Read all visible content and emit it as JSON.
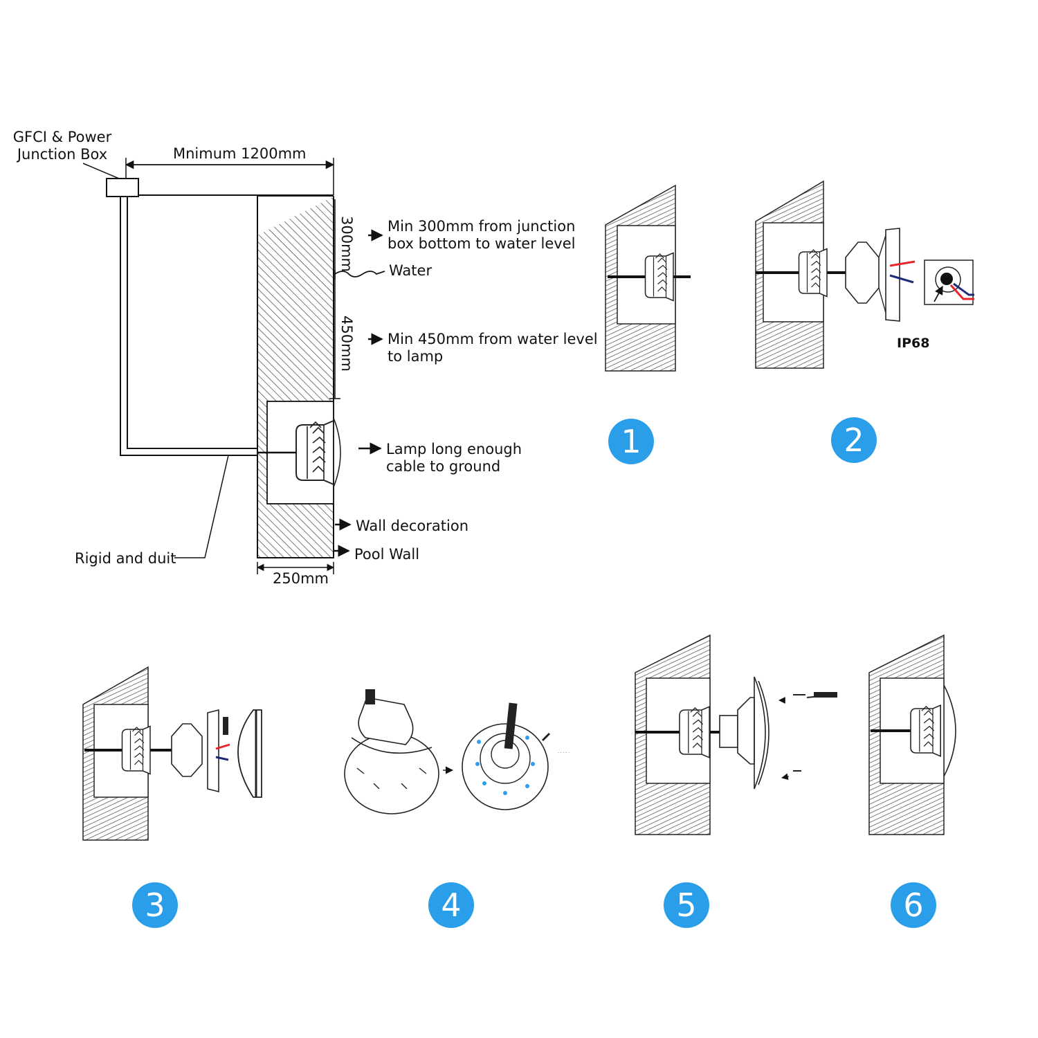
{
  "install": {
    "junction_box": [
      "GFCI & Power",
      "Junction Box"
    ],
    "min_distance": "Mnimum 1200mm",
    "dim_300": "300mm",
    "dim_450": "450mm",
    "dim_250": "250mm",
    "note_300": [
      "Min 300mm from junction",
      "box bottom to water level"
    ],
    "water": "Water",
    "note_450": [
      "Min 450mm from water level",
      "to lamp"
    ],
    "note_cable": [
      "Lamp long enough",
      "cable to ground"
    ],
    "wall_decoration": "Wall decoration",
    "pool_wall": "Pool Wall",
    "conduit": "Rigid and duit"
  },
  "steps": {
    "ip68": "IP68",
    "numbers": [
      "1",
      "2",
      "3",
      "4",
      "5",
      "6"
    ],
    "badge_color": "#2a9ee8",
    "wire_red": "#e8232a",
    "wire_blue": "#1c2a7a"
  }
}
